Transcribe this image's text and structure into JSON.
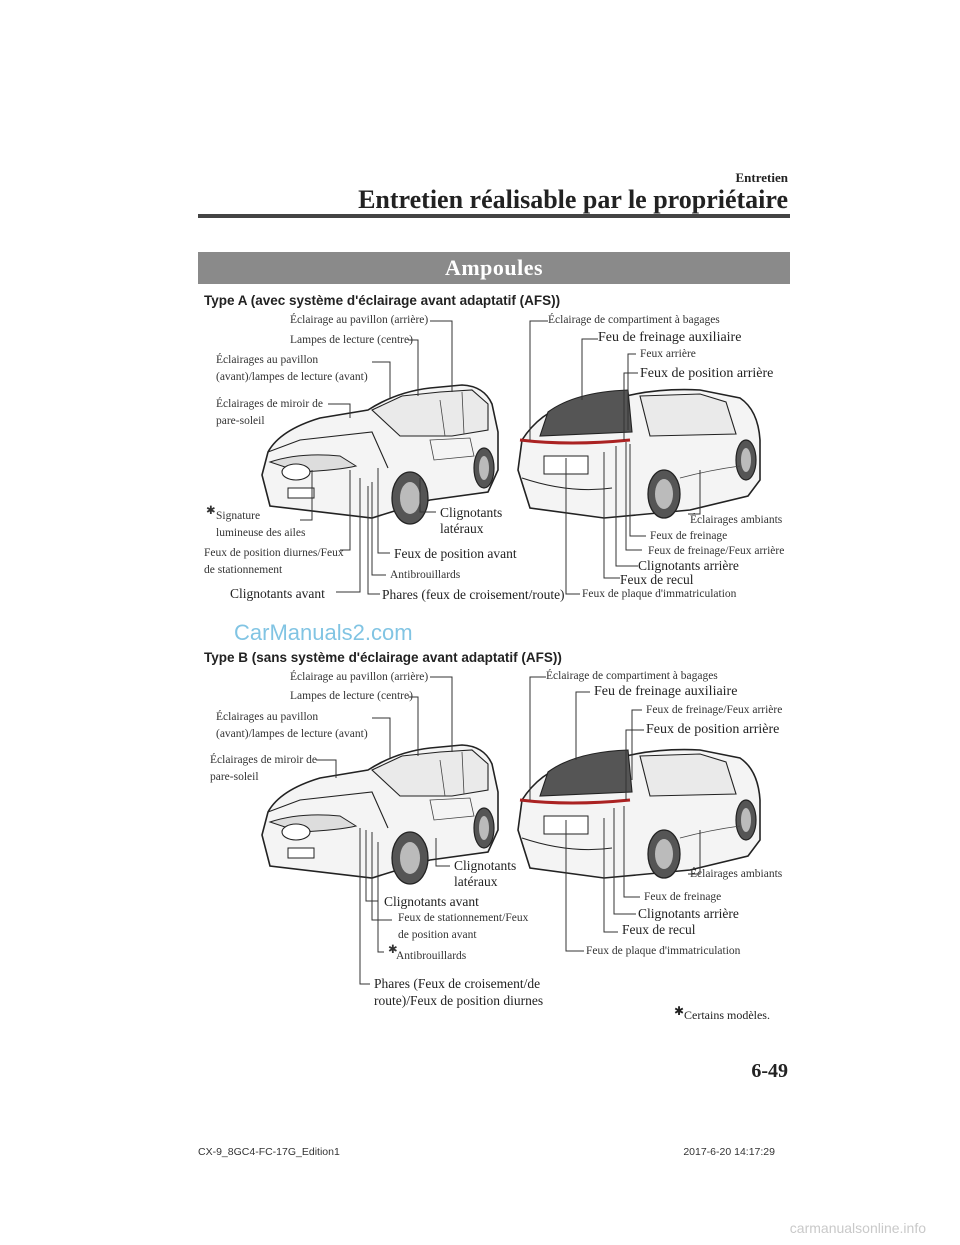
{
  "header": {
    "section": "Entretien",
    "title": "Entretien réalisable par le propriétaire"
  },
  "banner": "Ampoules",
  "asterisk": "✱",
  "type_a": {
    "heading": "Type A (avec système d'éclairage avant adaptatif (AFS))",
    "front": {
      "roof_rear": "Éclairage au pavillon (arrière)",
      "reading_center": "Lampes de lecture (centre)",
      "roof_front_1": "Éclairages au pavillon",
      "roof_front_2": "(avant)/lampes de lecture (avant)",
      "vanity_1": "Éclairages de miroir de",
      "vanity_2": "pare-soleil",
      "signature_1": "Signature",
      "signature_2": "lumineuse des ailes",
      "drl_1": "Feux de position diurnes/Feux",
      "drl_2": "de stationnement",
      "front_turn": "Clignotants avant",
      "side_turn_1": "Clignotants",
      "side_turn_2": "latéraux",
      "front_position": "Feux de position avant",
      "fog": "Antibrouillards",
      "headlights": "Phares (feux de croisement/route)"
    },
    "rear": {
      "cargo": "Éclairage de compartiment à bagages",
      "high_mount": "Feu de freinage auxiliaire",
      "tail": "Feux arrière",
      "rear_position": "Feux de position arrière",
      "ambient": "Éclairages ambiants",
      "brake": "Feux de freinage",
      "brake_tail": "Feux de freinage/Feux arrière",
      "rear_turn": "Clignotants arrière",
      "reverse": "Feux de recul",
      "plate": "Feux de plaque d'immatriculation"
    }
  },
  "type_b": {
    "heading": "Type B (sans système d'éclairage avant adaptatif (AFS))",
    "front": {
      "roof_rear": "Éclairage au pavillon (arrière)",
      "reading_center": "Lampes de lecture (centre)",
      "roof_front_1": "Éclairages au pavillon",
      "roof_front_2": "(avant)/lampes de lecture (avant)",
      "vanity_1": "Éclairages de miroir de",
      "vanity_2": "pare-soleil",
      "side_turn_1": "Clignotants",
      "side_turn_2": "latéraux",
      "front_turn": "Clignotants avant",
      "parking_1": "Feux de stationnement/Feux",
      "parking_2": "de position avant",
      "fog": "Antibrouillards",
      "headlights_1": "Phares (Feux de croisement/de",
      "headlights_2": "route)/Feux de position diurnes"
    },
    "rear": {
      "cargo": "Éclairage de compartiment à bagages",
      "high_mount": "Feu de freinage auxiliaire",
      "brake_tail": "Feux de freinage/Feux arrière",
      "rear_position": "Feux de position arrière",
      "ambient": "Éclairages ambiants",
      "brake": "Feux de freinage",
      "rear_turn": "Clignotants arrière",
      "reverse": "Feux de recul",
      "plate": "Feux de plaque d'immatriculation"
    }
  },
  "note": "Certains modèles.",
  "watermark": "CarManuals2.com",
  "page_number": "6-49",
  "footer": {
    "left": "CX-9_8GC4-FC-17G_Edition1",
    "right": "2017-6-20 14:17:29"
  },
  "bottom_watermark": "carmanualsonline.info"
}
